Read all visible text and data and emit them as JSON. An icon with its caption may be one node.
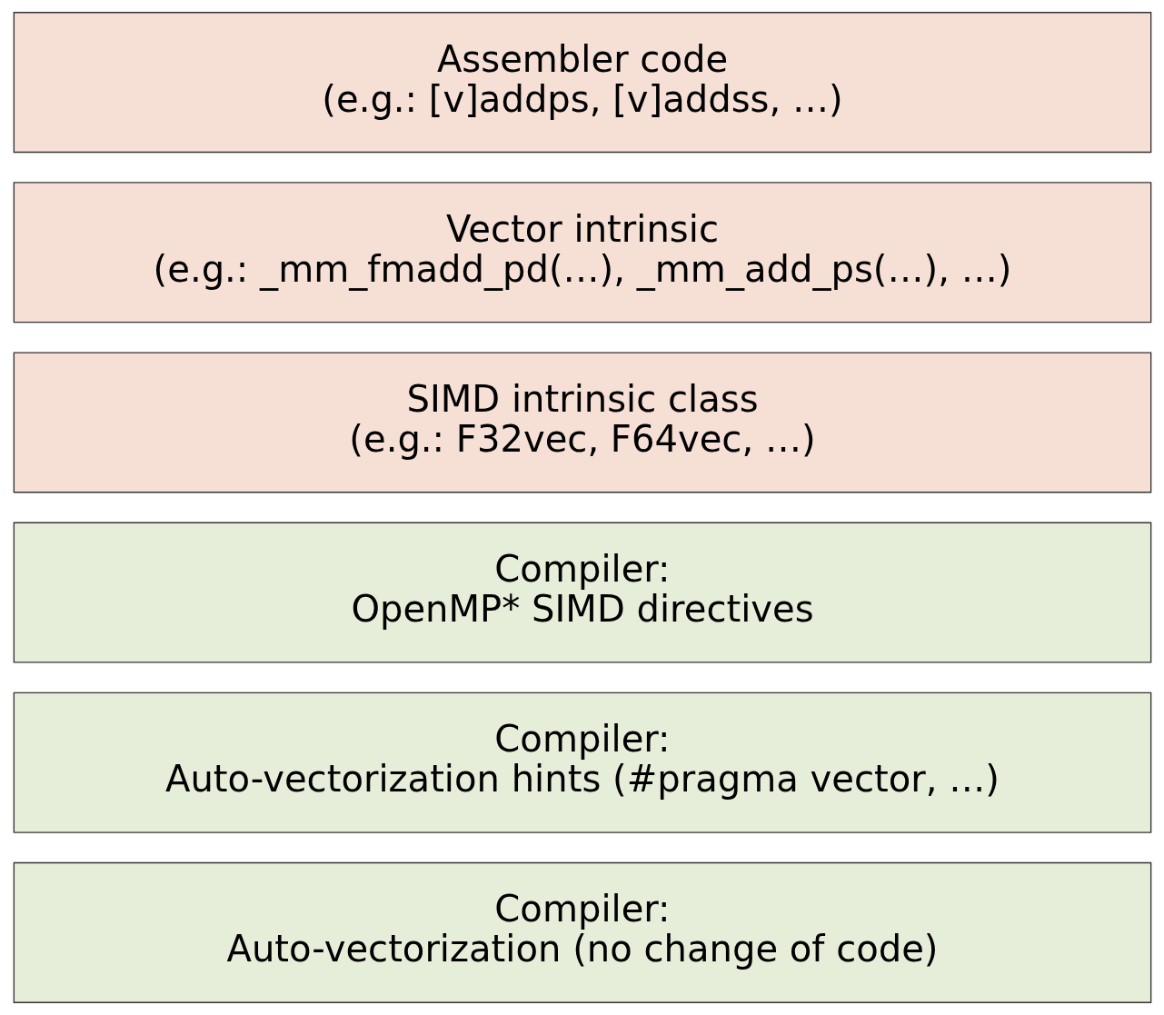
{
  "diagram": {
    "nodes": [
      {
        "text": [
          "Compiler:",
          "Auto-vectorization (no change of code)"
        ]
      },
      {
        "text": [
          "Compiler:",
          "Auto-vectorization hints (#pragma vector, …)"
        ]
      },
      {
        "text": [
          "Compiler:",
          "OpenMP* SIMD directives"
        ]
      },
      {
        "text": [
          "SIMD intrinsic class",
          "(e.g.: F32vec, F64vec, …)"
        ]
      },
      {
        "text": [
          "Vector intrinsic",
          "(e.g.: _mm_fmadd_pd(…), _mm_add_ps(…), …)"
        ]
      },
      {
        "text": [
          "Assembler code",
          "(e.g.: [v]addps, [v]addss, …)"
        ]
      }
    ],
    "edges": []
  }
}
